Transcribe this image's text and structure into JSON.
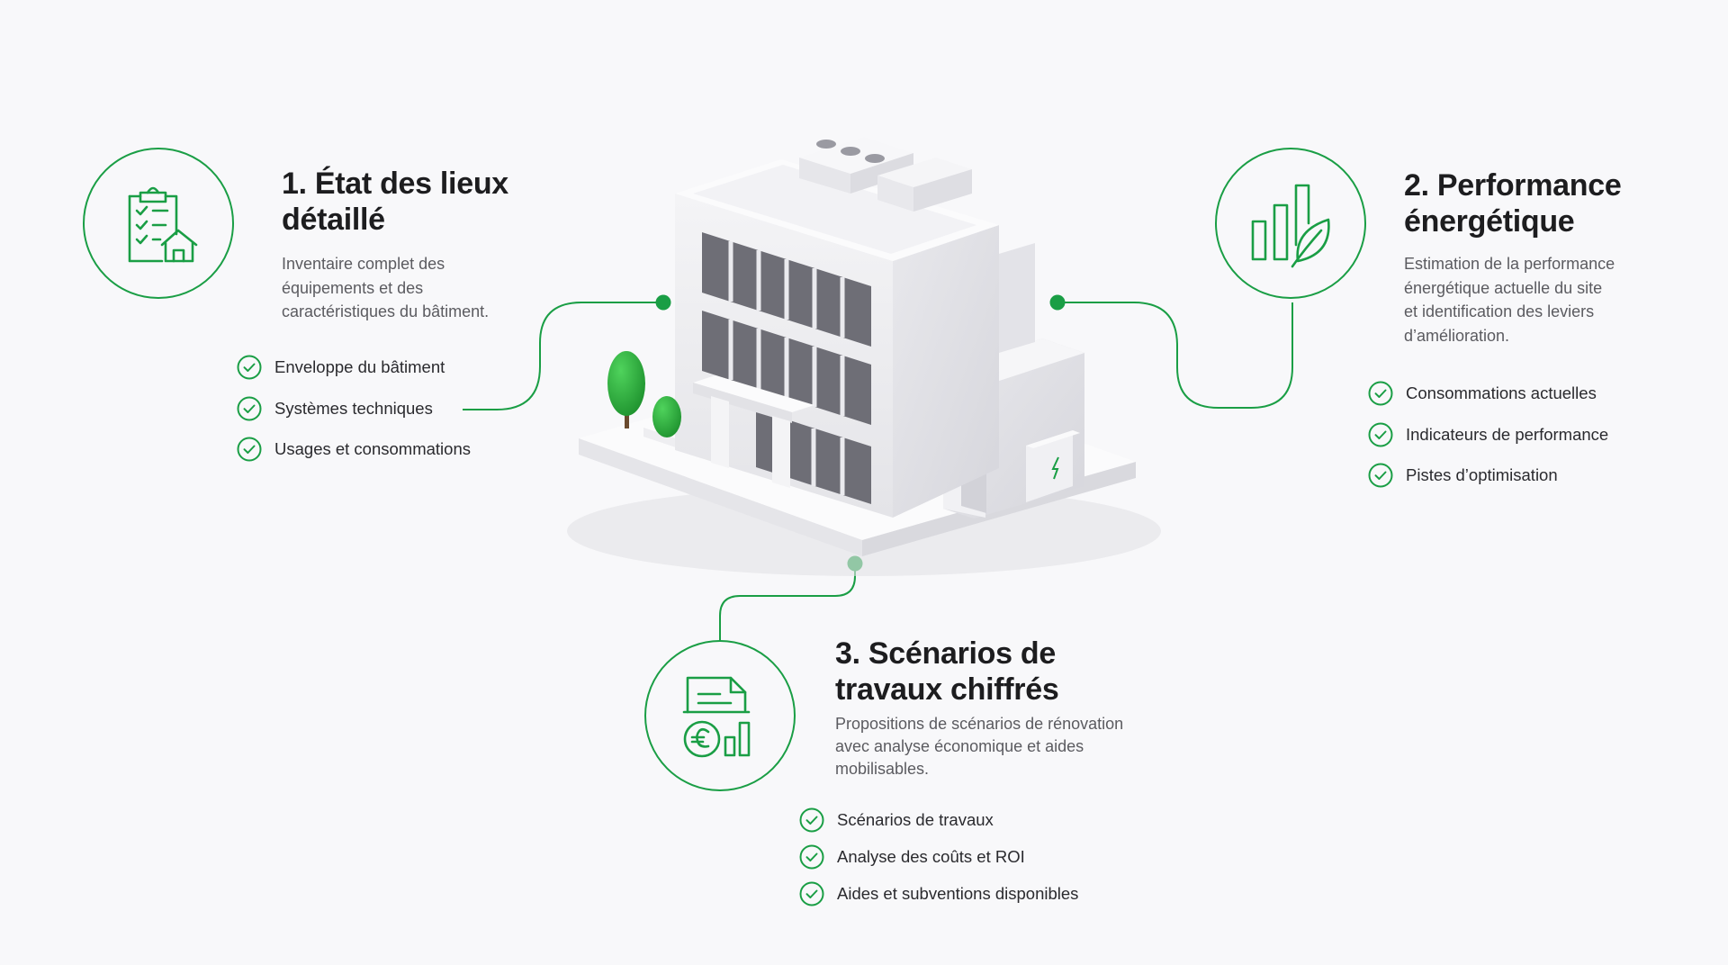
{
  "colors": {
    "accent": "#1a9e45",
    "background": "#f8f8fa",
    "title": "#1d1d1f",
    "body": "#5b5b60"
  },
  "sections": [
    {
      "icon": "clipboard-house-icon",
      "title_line1": "1. État des lieux",
      "title_line2": "détaillé",
      "desc_line1": "Inventaire complet des",
      "desc_line2": "équipements et des",
      "desc_line3": "caractéristiques du bâtiment.",
      "items": [
        "Enveloppe du bâtiment",
        "Systèmes techniques",
        "Usages et consommations"
      ]
    },
    {
      "icon": "bar-chart-leaf-icon",
      "title_line1": "2. Performance",
      "title_line2": "énergétique",
      "desc_line1": "Estimation de la performance",
      "desc_line2": "énergétique actuelle du site",
      "desc_line3": "et identification des leviers",
      "desc_line4": "d’amélioration.",
      "items": [
        "Consommations actuelles",
        "Indicateurs de performance",
        "Pistes d’optimisation"
      ]
    },
    {
      "icon": "document-euro-chart-icon",
      "title_line1": "3. Scénarios de",
      "title_line2": "travaux chiffrés",
      "desc_line1": "Propositions de scénarios de rénovation",
      "desc_line2": "avec analyse économique et aides",
      "desc_line3": "mobilisables.",
      "items": [
        "Scénarios de travaux",
        "Analyse des coûts et ROI",
        "Aides et subventions disponibles"
      ]
    }
  ]
}
